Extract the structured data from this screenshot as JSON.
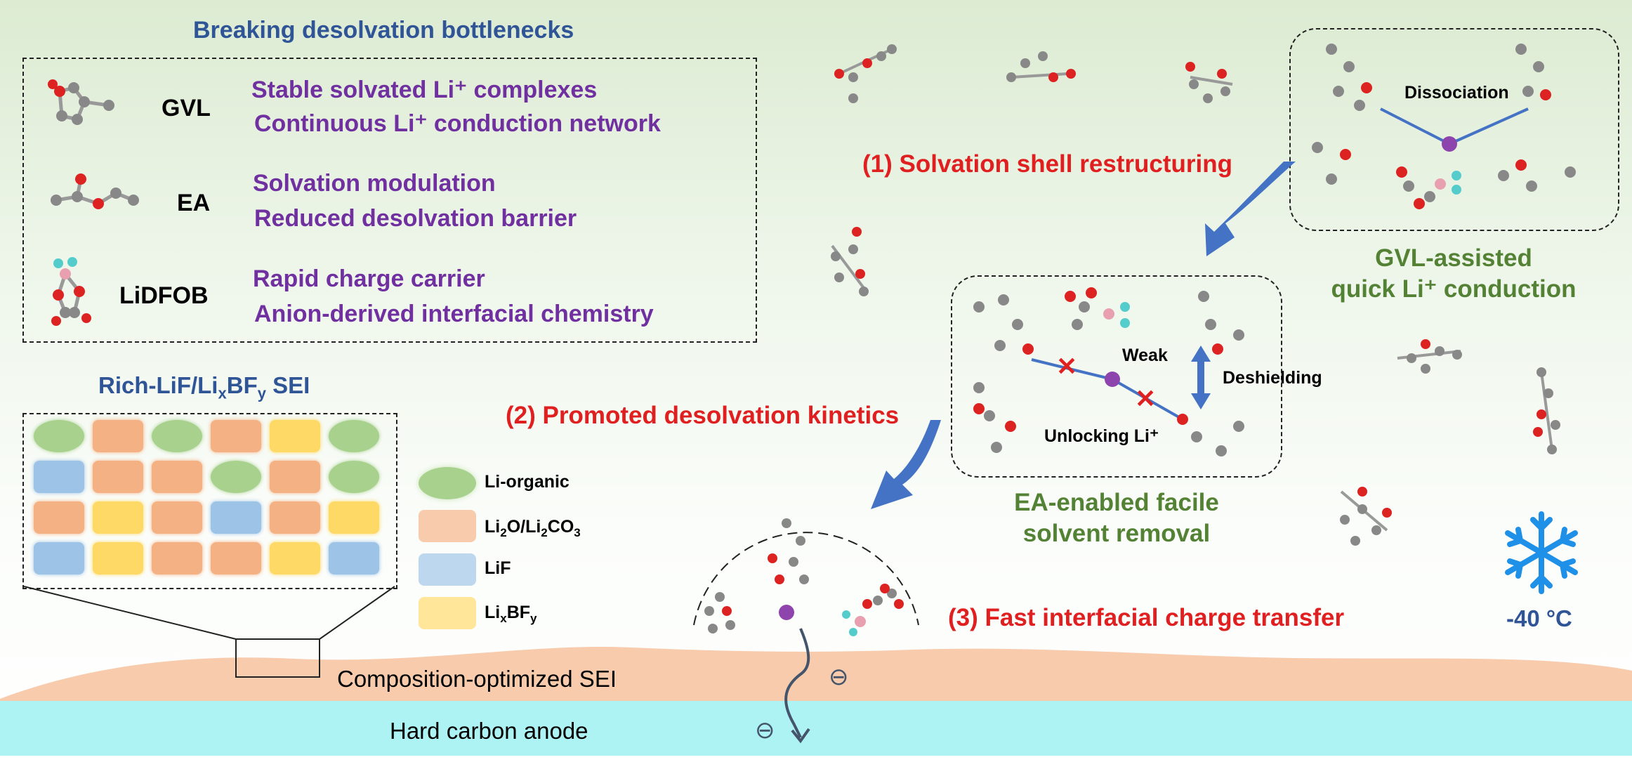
{
  "box1": {
    "title": "Breaking desolvation bottlenecks",
    "rows": [
      {
        "name": "GVL",
        "line1": "Stable solvated Li⁺ complexes",
        "line2": "Continuous Li⁺ conduction network"
      },
      {
        "name": "EA",
        "line1": "Solvation modulation",
        "line2": "Reduced desolvation barrier"
      },
      {
        "name": "LiDFOB",
        "line1": "Rapid charge carrier",
        "line2": "Anion-derived interfacial chemistry"
      }
    ]
  },
  "sei": {
    "title_prefix": "Rich-LiF/Li",
    "title_x": "x",
    "title_mid": "BF",
    "title_y": "y",
    "title_suffix": " SEI",
    "grid": [
      [
        "organic",
        "li2o",
        "organic",
        "li2o",
        "libf",
        "organic"
      ],
      [
        "lif",
        "li2o",
        "li2o",
        "organic",
        "li2o",
        "organic"
      ],
      [
        "li2o",
        "libf",
        "li2o",
        "lif",
        "li2o",
        "libf"
      ],
      [
        "lif",
        "libf",
        "li2o",
        "li2o",
        "libf",
        "lif"
      ]
    ],
    "legend": {
      "organic": "Li-organic",
      "li2o_a": "Li",
      "li2o_b": "2",
      "li2o_c": "O/Li",
      "li2o_d": "2",
      "li2o_e": "CO",
      "li2o_f": "3",
      "lif": "LiF",
      "libf_a": "Li",
      "libf_b": "x",
      "libf_c": "BF",
      "libf_d": "y"
    },
    "colors": {
      "organic": "#a9d18e",
      "li2o": "#f4b183",
      "lif": "#9dc3e6",
      "libf": "#ffd966"
    }
  },
  "steps": {
    "s1": "(1) Solvation shell restructuring",
    "s2": "(2) Promoted desolvation kinetics",
    "s3": "(3) Fast interfacial charge transfer"
  },
  "labels": {
    "dissociation": "Dissociation",
    "weak": "Weak",
    "deshielding": "Deshielding",
    "unlocking": "Unlocking Li⁺",
    "gvl_assisted_1": "GVL-assisted",
    "gvl_assisted_2": "quick Li⁺ conduction",
    "ea_enabled_1": "EA-enabled facile",
    "ea_enabled_2": "solvent removal",
    "temperature": "-40 °C",
    "sei_layer": "Composition-optimized SEI",
    "anode": "Hard carbon anode",
    "electron": "⊖"
  },
  "colors": {
    "blue_title": "#2f5597",
    "purple": "#7030a0",
    "red": "#e02020",
    "green": "#548235",
    "sei_fill": "#f8cbad",
    "anode_fill": "#aef3f4",
    "arrow_blue": "#4472c4",
    "li_ion": "#8e44ad"
  }
}
